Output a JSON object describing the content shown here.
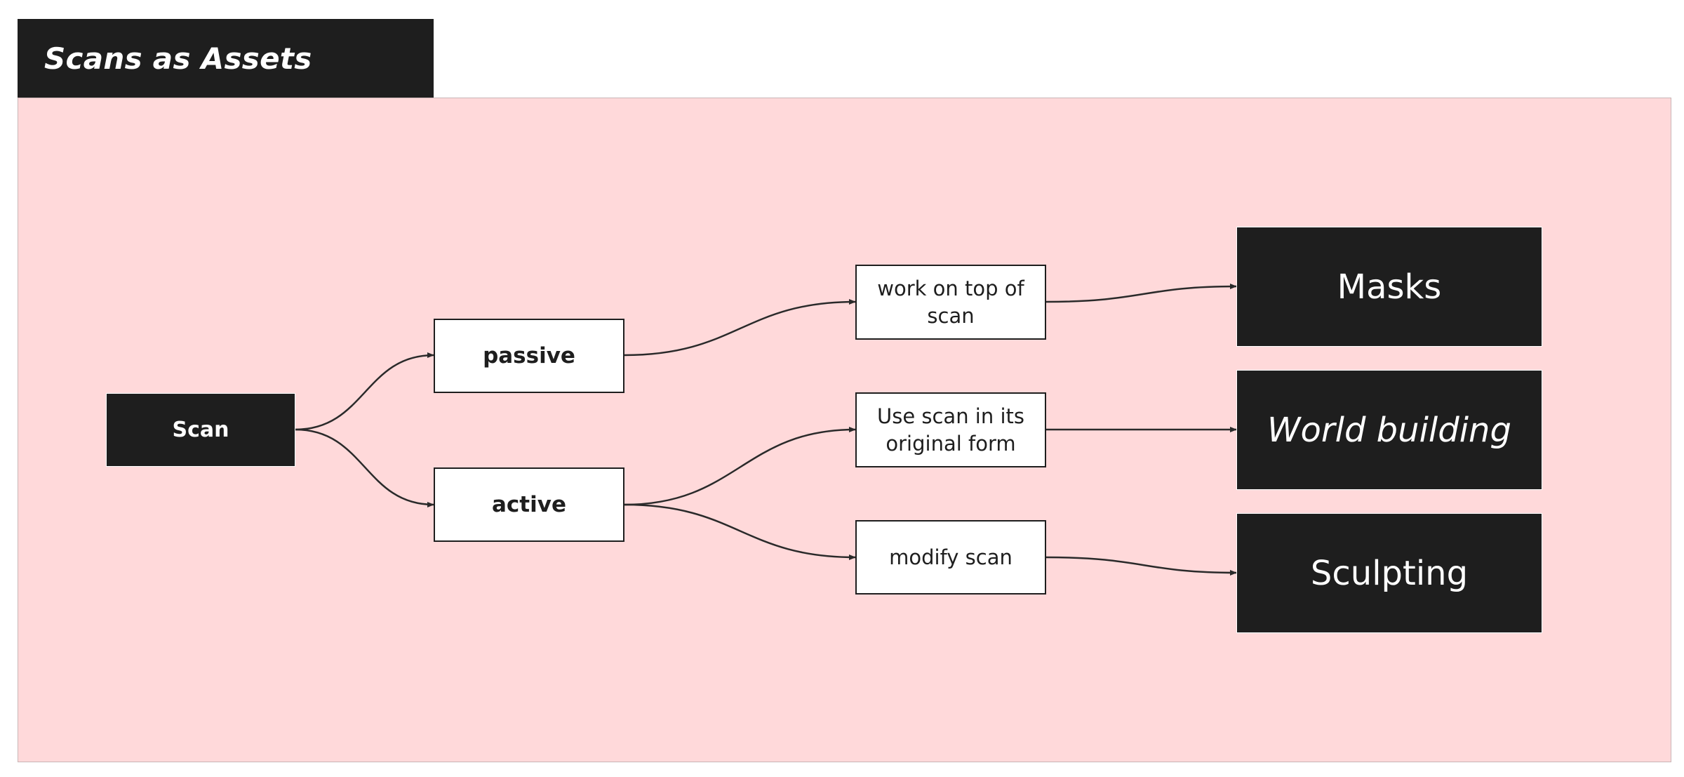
{
  "title": "Scans as Assets",
  "colors": {
    "frame_background": "#ffd9da",
    "dark_node": "#1e1e1e",
    "light_node": "#ffffff",
    "connector": "#2a2a2a"
  },
  "nodes": {
    "scan": "Scan",
    "passive": "passive",
    "active": "active",
    "work_on_top": "work on top of scan",
    "use_original": "Use scan in its original form",
    "modify": "modify scan",
    "masks": "Masks",
    "world_building": "World building",
    "sculpting": "Sculpting"
  },
  "edges": [
    {
      "from": "scan",
      "to": "passive"
    },
    {
      "from": "scan",
      "to": "active"
    },
    {
      "from": "passive",
      "to": "work_on_top"
    },
    {
      "from": "active",
      "to": "use_original"
    },
    {
      "from": "active",
      "to": "modify"
    },
    {
      "from": "work_on_top",
      "to": "masks"
    },
    {
      "from": "use_original",
      "to": "world_building"
    },
    {
      "from": "modify",
      "to": "sculpting"
    }
  ]
}
